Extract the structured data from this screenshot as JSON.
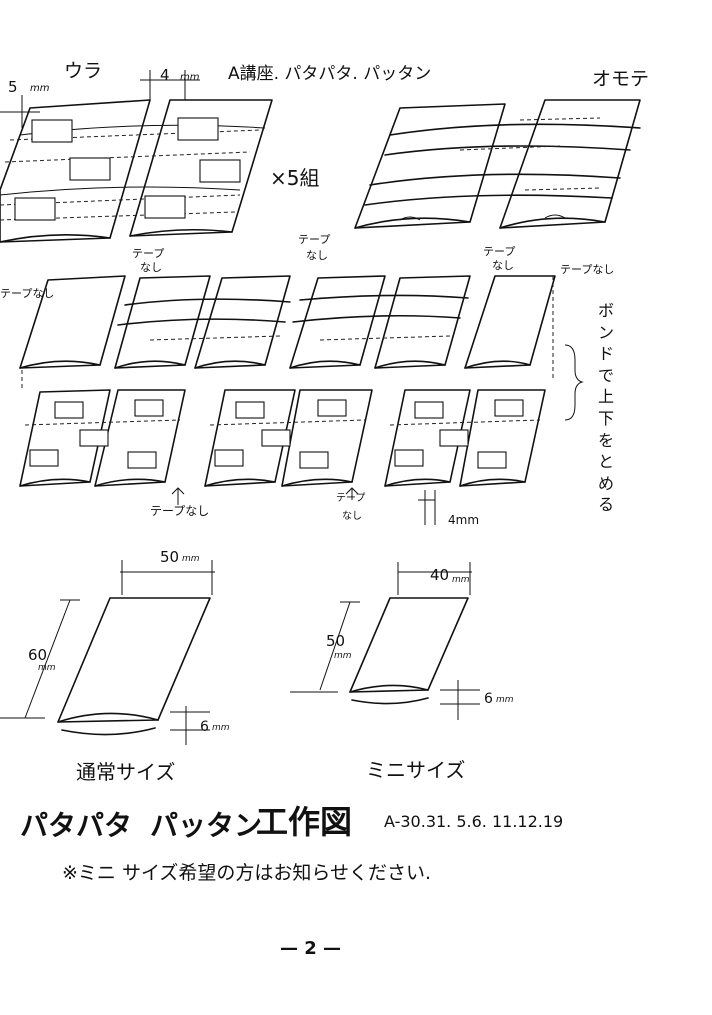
{
  "header": {
    "back_label": "ウラ",
    "front_label": "オモテ",
    "title": "A講座. パタパタ. パッタン",
    "dim_5": "5",
    "dim_5_unit": "mm",
    "dim_4": "4",
    "dim_4_unit": "mm",
    "sets": "×5組"
  },
  "middle": {
    "no_tape": "テープなし",
    "no_tape_stacked": [
      "テープ",
      "なし"
    ],
    "bond_note": "ボンドで上下をとめる",
    "gap": "4mm"
  },
  "sizes": {
    "normal": {
      "width": "50",
      "height": "60",
      "unit": "mm",
      "depth": "6",
      "label": "通常サイズ"
    },
    "mini": {
      "width": "40",
      "height": "50",
      "unit": "mm",
      "depth": "6",
      "label": "ミニサイズ"
    }
  },
  "footer": {
    "title_a": "パタパタ",
    "title_b": "パッタン",
    "title_c": "工作図",
    "codes": "A-30.31. 5.6. 11.12.19",
    "note": "※ミニ サイズ希望の方はお知らせください.",
    "page": "— 2 —"
  }
}
